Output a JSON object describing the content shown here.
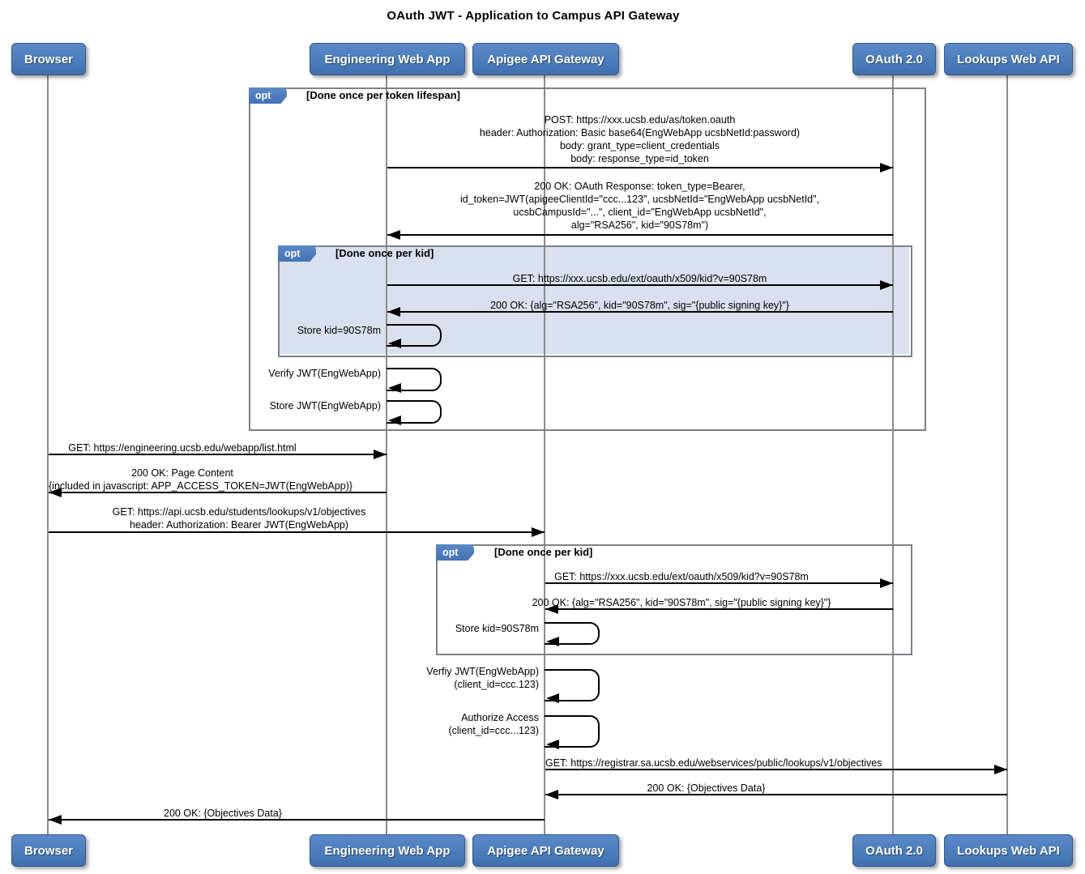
{
  "title": "OAuth JWT - Application to Campus API Gateway",
  "actors": [
    {
      "id": "browser",
      "label": "Browser"
    },
    {
      "id": "engwebapp",
      "label": "Engineering Web App"
    },
    {
      "id": "apigee",
      "label": "Apigee API Gateway"
    },
    {
      "id": "oauth",
      "label": "OAuth 2.0"
    },
    {
      "id": "lookups",
      "label": "Lookups Web API"
    }
  ],
  "fragments": {
    "outer": {
      "operator": "opt",
      "guard": "[Done once per token lifespan]"
    },
    "kid_webapp": {
      "operator": "opt",
      "guard": "[Done once per kid]"
    },
    "kid_apigee": {
      "operator": "opt",
      "guard": "[Done once per kid]"
    }
  },
  "messages": {
    "post_token": {
      "from": "Engineering Web App",
      "to": "OAuth 2.0",
      "lines": [
        "POST: https://xxx.ucsb.edu/as/token.oauth",
        "header: Authorization: Basic base64(EngWebApp ucsbNetId:password)",
        "body: grant_type=client_credentials",
        "body: response_type=id_token"
      ]
    },
    "oauth_response": {
      "from": "OAuth 2.0",
      "to": "Engineering Web App",
      "lines": [
        "200 OK: OAuth Response: token_type=Bearer,",
        "id_token=JWT(apigeeClientId=\"ccc...123\", ucsbNetId=\"EngWebApp ucsbNetId\",",
        "ucsbCampusId=\"...\", client_id=\"EngWebApp ucsbNetId\",",
        "alg=\"RSA256\", kid=\"90S78m\")"
      ]
    },
    "get_kid_webapp": {
      "from": "Engineering Web App",
      "to": "OAuth 2.0",
      "lines": [
        "GET: https://xxx.ucsb.edu/ext/oauth/x509/kid?v=90S78m"
      ]
    },
    "kid_ok_webapp": {
      "from": "OAuth 2.0",
      "to": "Engineering Web App",
      "lines": [
        "200 OK: {alg=\"RSA256\", kid=\"90S78m\", sig=\"{public signing key}\"}"
      ]
    },
    "store_kid_webapp": {
      "self": "Engineering Web App",
      "lines": [
        "Store kid=90S78m"
      ]
    },
    "verify_jwt_webapp": {
      "self": "Engineering Web App",
      "lines": [
        "Verify JWT(EngWebApp)"
      ]
    },
    "store_jwt_webapp": {
      "self": "Engineering Web App",
      "lines": [
        "Store JWT(EngWebApp)"
      ]
    },
    "get_list_html": {
      "from": "Browser",
      "to": "Engineering Web App",
      "lines": [
        "GET: https://engineering.ucsb.edu/webapp/list.html"
      ]
    },
    "page_content": {
      "from": "Engineering Web App",
      "to": "Browser",
      "lines": [
        "200 OK: Page Content",
        "{included in javascript: APP_ACCESS_TOKEN=JWT(EngWebApp)}"
      ]
    },
    "get_objectives": {
      "from": "Browser",
      "to": "Apigee API Gateway",
      "lines": [
        "GET: https://api.ucsb.edu/students/lookups/v1/objectives",
        "header: Authorization: Bearer JWT(EngWebApp)"
      ]
    },
    "get_kid_apigee": {
      "from": "Apigee API Gateway",
      "to": "OAuth 2.0",
      "lines": [
        "GET: https://xxx.ucsb.edu/ext/oauth/x509/kid?v=90S78m"
      ]
    },
    "kid_ok_apigee": {
      "from": "OAuth 2.0",
      "to": "Apigee API Gateway",
      "lines": [
        "200 OK: {alg=\"RSA256\", kid=\"90S78m\", sig=\"{public signing key}\"}"
      ]
    },
    "store_kid_apigee": {
      "self": "Apigee API Gateway",
      "lines": [
        "Store kid=90S78m"
      ]
    },
    "verfiy_jwt_apigee": {
      "self": "Apigee API Gateway",
      "lines": [
        "Verfiy JWT(EngWebApp)",
        "(client_id=ccc.123)"
      ]
    },
    "authorize_access": {
      "self": "Apigee API Gateway",
      "lines": [
        "Authorize Access",
        "(client_id=ccc...123)"
      ]
    },
    "get_registrar": {
      "from": "Apigee API Gateway",
      "to": "Lookups Web API",
      "lines": [
        "GET: https://registrar.sa.ucsb.edu/webservices/public/lookups/v1/objectives"
      ]
    },
    "objectives_data_lookups": {
      "from": "Lookups Web API",
      "to": "Apigee API Gateway",
      "lines": [
        "200 OK: {Objectives Data}"
      ]
    },
    "objectives_data_browser": {
      "from": "Apigee API Gateway",
      "to": "Browser",
      "lines": [
        "200 OK: {Objectives Data}"
      ]
    }
  },
  "colors": {
    "actor_fill": "#4a7dbd",
    "actor_border": "#33568d",
    "fragment_fill": "#d9e0ef",
    "fragment_border": "#7d8187",
    "lifeline": "#8c8c8c",
    "arrow": "#000000"
  }
}
